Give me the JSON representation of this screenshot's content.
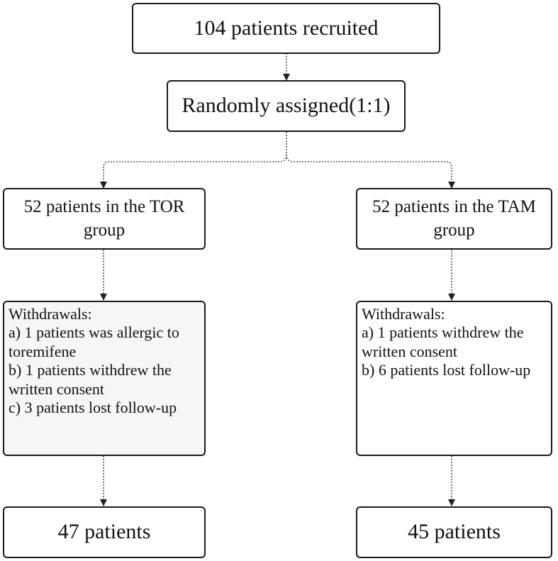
{
  "recruited": "104 patients recruited",
  "randomized": "Randomly assigned(1:1)",
  "left": {
    "group": "52 patients in the TOR group",
    "withdrawals_title": "Withdrawals:",
    "withdrawals": [
      "a) 1 patients was allergic to toremifene",
      "b) 1 patients withdrew the written consent",
      "c) 3 patients lost follow-up"
    ],
    "final": "47 patients"
  },
  "right": {
    "group": "52 patients in the TAM group",
    "withdrawals_title": "Withdrawals:",
    "withdrawals": [
      "a) 1 patients withdrew the written consent",
      "b) 6 patients lost follow-up"
    ],
    "final": "45 patients"
  }
}
